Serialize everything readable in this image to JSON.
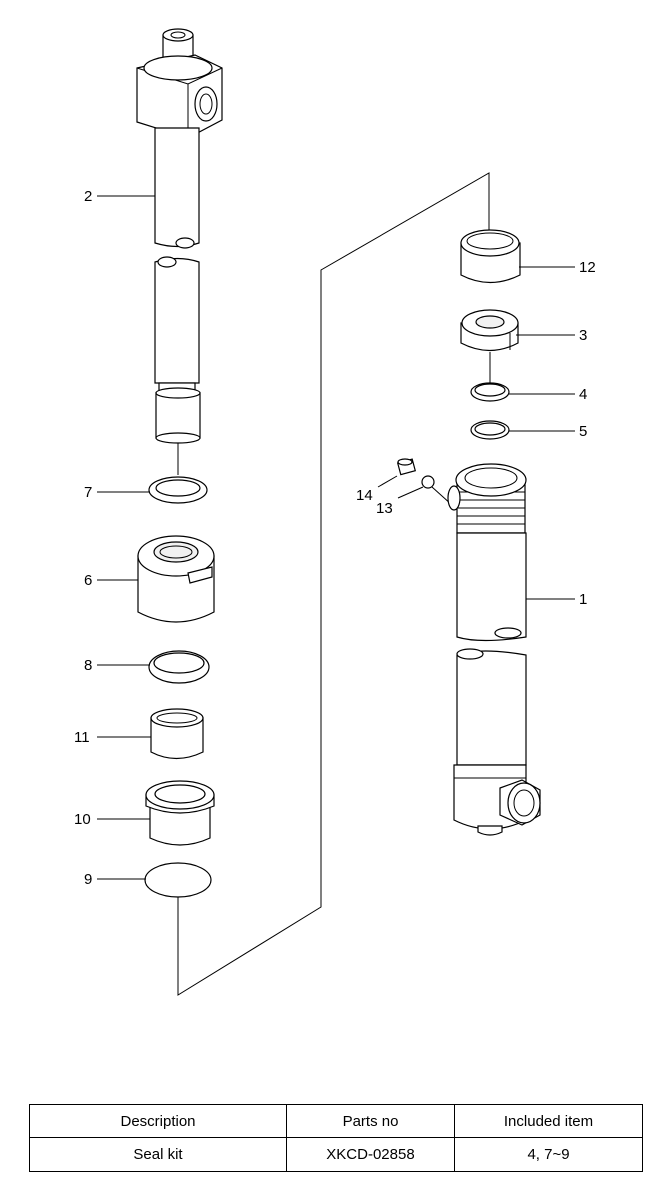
{
  "callouts": [
    "1",
    "2",
    "3",
    "4",
    "5",
    "6",
    "7",
    "8",
    "9",
    "10",
    "11",
    "12",
    "13",
    "14"
  ],
  "table": {
    "headers": [
      "Description",
      "Parts no",
      "Included item"
    ],
    "rows": [
      [
        "Seal kit",
        "XKCD-02858",
        "4, 7~9"
      ]
    ]
  }
}
